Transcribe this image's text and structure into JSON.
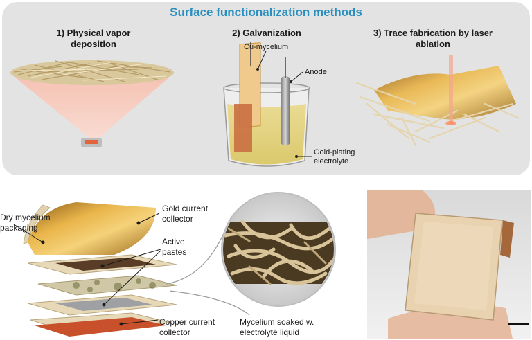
{
  "header": {
    "title": "Surface functionalization methods"
  },
  "methods": [
    {
      "title": "1) Physical vapor deposition"
    },
    {
      "title": "2) Galvanization"
    },
    {
      "title": "3) Trace fabrication by laser ablation"
    }
  ],
  "galvanization_labels": {
    "cu_mycelium": "Cu-mycelium",
    "anode": "Anode",
    "electrolyte_line1": "Gold-plating",
    "electrolyte_line2": "electrolyte"
  },
  "exploded_labels": {
    "packaging_line1": "Dry mycelium",
    "packaging_line2": "packaging",
    "gold_line1": "Gold current",
    "gold_line2": "collector",
    "active_line1": "Active",
    "active_line2": "pastes",
    "copper_line1": "Copper current",
    "copper_line2": "collector",
    "soaked_line1": "Mycelium soaked w.",
    "soaked_line2": "electrolyte liquid"
  },
  "colors": {
    "title_blue": "#2a8fbf",
    "panel_gray": "#e3e3e3",
    "gold": "#c9912e",
    "copper": "#c8502a",
    "mycelium": "#e2d3b0"
  }
}
